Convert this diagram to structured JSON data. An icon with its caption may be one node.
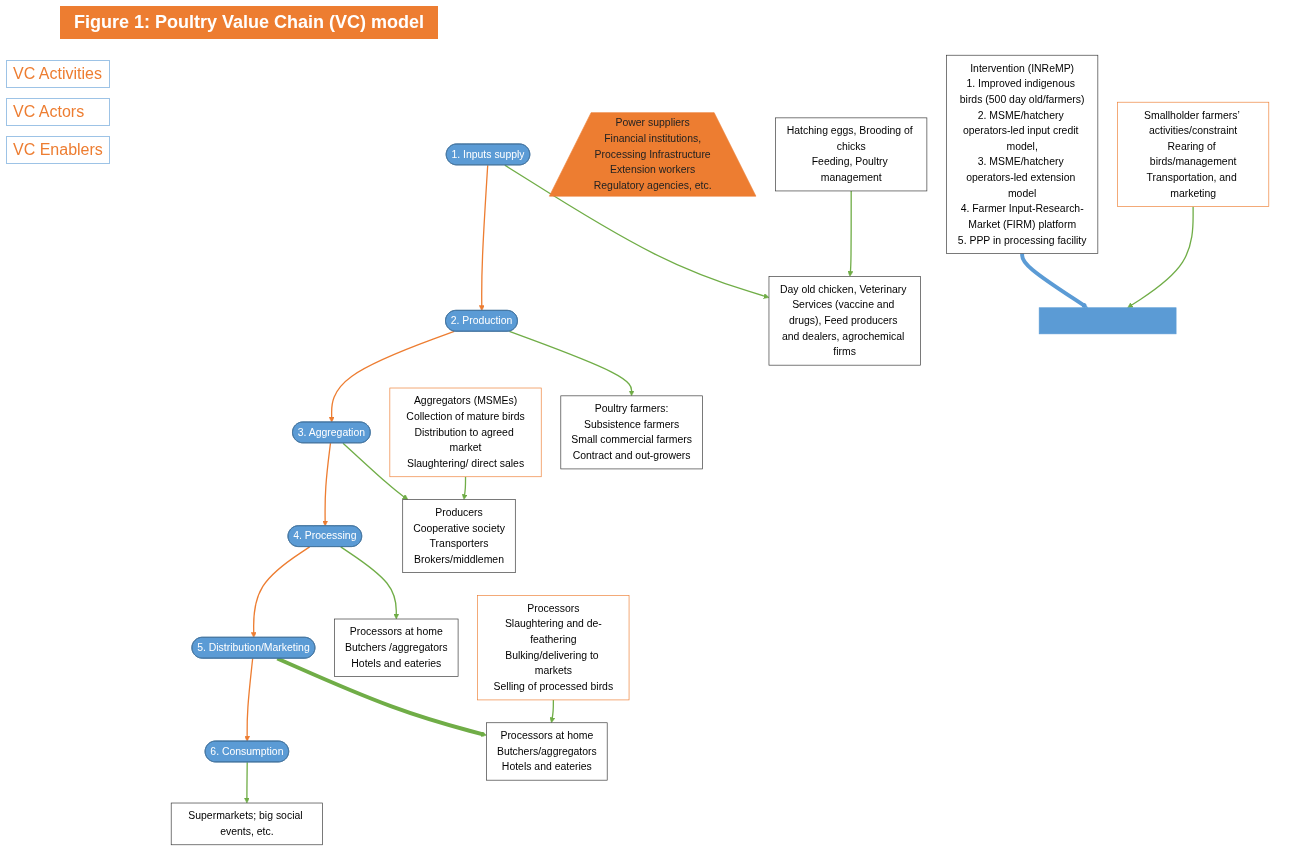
{
  "diagram": {
    "title": "Figure 1:  Poultry Value Chain (VC) model",
    "nodes": [
      {
        "text": [
          "1. Inputs supply"
        ]
      },
      {
        "text": [
          "2. Production"
        ]
      },
      {
        "text": [
          "3. Aggregation"
        ]
      },
      {
        "text": [
          "4. Processing"
        ]
      },
      {
        "text": [
          "5. Distribution/Marketing"
        ]
      },
      {
        "text": [
          "6. Consumption"
        ]
      },
      {
        "text": [
          "Supermarkets; big social events, etc."
        ]
      },
      {
        "text": [
          "Day old chicken, Veterinary Services (vaccine and drugs), Feed producers and dealers, agrochemical firms"
        ]
      },
      {
        "text": [
          "Poultry farmers:",
          "Subsistence farmers",
          "Small commercial farmers",
          "Contract and out-growers"
        ]
      },
      {
        "text": [
          "Producers",
          "Cooperative society",
          "Transporters",
          "Brokers/middlemen"
        ]
      },
      {
        "text": [
          "Processors at home",
          "Butchers /aggregators",
          "Hotels and eateries"
        ]
      },
      {
        "text": [
          "Processors at home",
          "Butchers/aggregators",
          "Hotels and eateries"
        ]
      },
      {
        "text": [
          "Power suppliers",
          "Financial institutions,",
          "Processing Infrastructure",
          "Extension workers",
          "Regulatory agencies, etc."
        ]
      },
      {
        "text": [
          "Intervention (INReMP)",
          "1. Improved indigenous birds (500 day old/farmers)",
          "2. MSME/hatchery operators-led input credit model,",
          "3. MSME/hatchery operators-led extension model",
          "4. Farmer Input-Research-Market (FIRM) platform",
          "5. PPP in processing facility"
        ]
      },
      {
        "text": [
          "Smallholder farmers’ activities/constraint",
          "Rearing of birds/management",
          "Transportation, and marketing"
        ]
      },
      {
        "text": [
          "Hatching eggs, Brooding of chicks",
          "Feeding, Poultry management"
        ]
      },
      {
        "text": [
          "Aggregators (MSMEs)",
          "Collection of mature birds",
          "Distribution to agreed market",
          "Slaughtering/ direct sales"
        ]
      },
      {
        "text": [
          "Processors",
          "Slaughtering and de-feathering",
          "Bulking/delivering to markets",
          "Selling of processed birds"
        ]
      },
      {
        "text": [],
        "shape": "bar"
      }
    ],
    "edges": [
      {
        "from": 0,
        "to": 1,
        "arrow": "to",
        "color": "#ed7d31"
      },
      {
        "from": 1,
        "to": 2,
        "arrow": "to",
        "color": "#ed7d31"
      },
      {
        "from": 2,
        "to": 3,
        "arrow": "to",
        "color": "#ed7d31"
      },
      {
        "from": 3,
        "to": 4,
        "arrow": "to",
        "color": "#ed7d31"
      },
      {
        "from": 4,
        "to": 5,
        "arrow": "to",
        "color": "#ed7d31"
      },
      {
        "from": 5,
        "to": 6,
        "arrow": "to"
      },
      {
        "from": 4,
        "to": 11,
        "arrow": "to",
        "style": "thick"
      },
      {
        "from": 0,
        "to": 7,
        "arrow": "to"
      },
      {
        "from": 1,
        "to": 8,
        "arrow": "to"
      },
      {
        "from": 2,
        "to": 9,
        "arrow": "to"
      },
      {
        "from": 3,
        "to": 10,
        "arrow": "to"
      },
      {
        "from": 13,
        "to": 18,
        "arrow": "to",
        "color": "#5b9bd5",
        "style": "thick"
      },
      {
        "from": 15,
        "to": 7,
        "arrow": "to"
      },
      {
        "from": 14,
        "to": 18,
        "arrow": "to"
      },
      {
        "from": 16,
        "to": 9,
        "arrow": "to"
      },
      {
        "from": 17,
        "to": 11,
        "arrow": "to"
      }
    ],
    "labels": [
      "VC Activities",
      "VC Actors",
      "VC Enablers"
    ]
  }
}
